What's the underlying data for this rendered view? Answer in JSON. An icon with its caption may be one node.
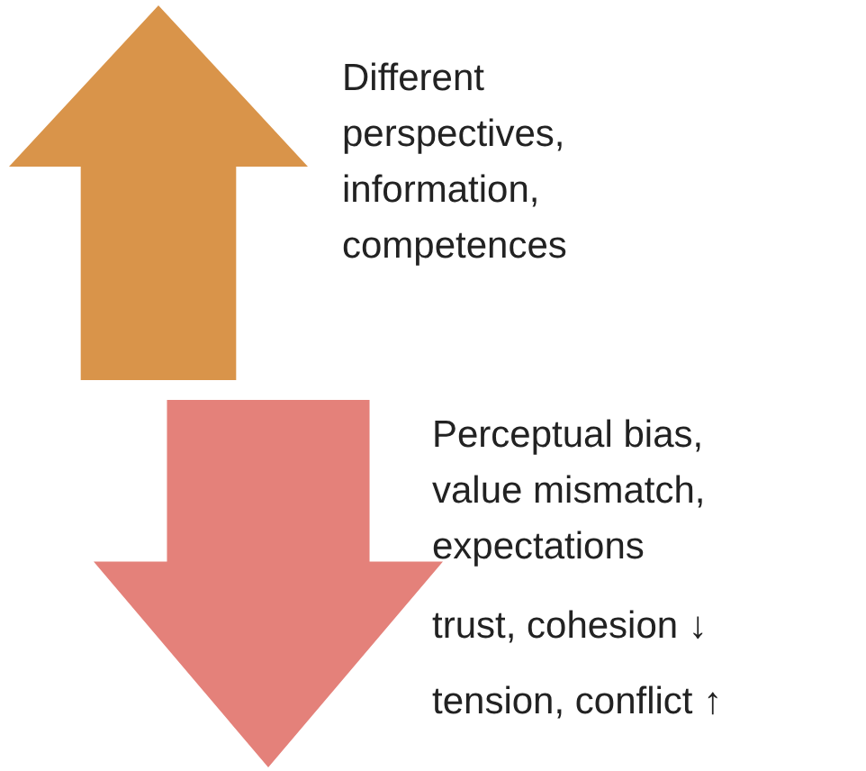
{
  "diagram": {
    "nodes": [
      {
        "text": [],
        "shape": "arrow",
        "beside": [
          "Different perspectives, information, competences"
        ]
      },
      {
        "text": [],
        "shape": "arrow",
        "beside": [
          "Perceptual bias, value mismatch, expectations",
          "trust, cohesion ↓",
          "tension, conflict ↑"
        ]
      }
    ]
  }
}
